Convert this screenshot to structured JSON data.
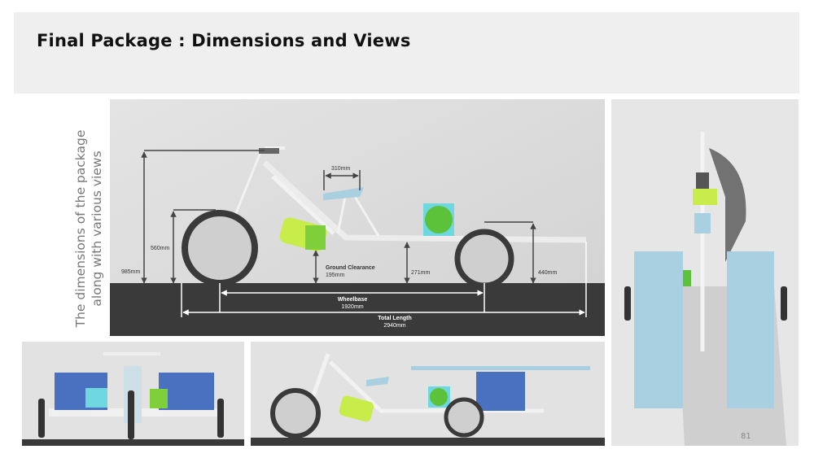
{
  "header": {
    "title": "Final Package : Dimensions and Views"
  },
  "sidebar": {
    "caption": "The dimensions of the package along with various views"
  },
  "main_view": {
    "dimensions": {
      "total_height": "985mm",
      "wheel_height": "560mm",
      "seat_width": "310mm",
      "ground_clearance_label": "Ground Clearance",
      "ground_clearance_value": "195mm",
      "frame_height": "271mm",
      "rear_height": "440mm",
      "wheelbase_label": "Wheelbase",
      "wheelbase_value": "1920mm",
      "total_length_label": "Total Length",
      "total_length_value": "2940mm"
    }
  },
  "page_number": "81",
  "colors": {
    "header_bg": "#efefef",
    "ground": "#3a3a3a",
    "backdrop": "#dcdcdc",
    "green": "#5cc23a",
    "lime": "#c8ec4a",
    "cyan": "#6fd7df",
    "blue": "#4a70c0",
    "light_blue": "#a8d0e0"
  }
}
